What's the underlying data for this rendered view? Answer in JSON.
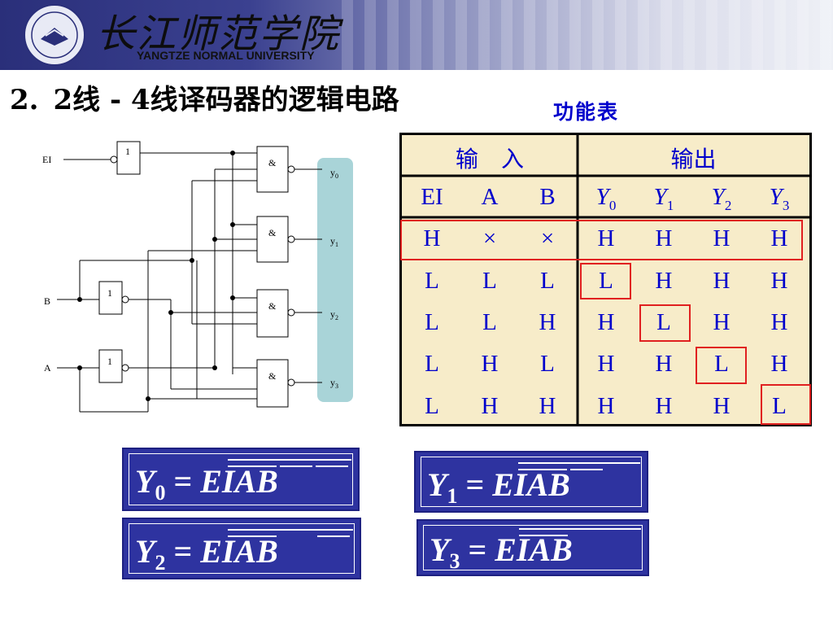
{
  "header": {
    "school_cn": "长江师范学院",
    "school_en": "YANGTZE NORMAL UNIVERSITY"
  },
  "title": {
    "number": "2.",
    "text": "2线 - 4线译码器的逻辑电路"
  },
  "function_table_label": "功能表",
  "circuit": {
    "inputs": [
      "EI",
      "B",
      "A"
    ],
    "not_gate_label": "1",
    "and_gate_label": "&",
    "outputs": [
      "y",
      "y",
      "y",
      "y"
    ],
    "output_subs": [
      "0",
      "1",
      "2",
      "3"
    ]
  },
  "truth_table": {
    "group_headers": [
      "输　入",
      "输出"
    ],
    "input_cols": [
      "EI",
      "A",
      "B"
    ],
    "output_cols": [
      "Y",
      "Y",
      "Y",
      "Y"
    ],
    "output_subs": [
      "0",
      "1",
      "2",
      "3"
    ],
    "rows": [
      [
        "H",
        "×",
        "×",
        "H",
        "H",
        "H",
        "H"
      ],
      [
        "L",
        "L",
        "L",
        "L",
        "H",
        "H",
        "H"
      ],
      [
        "L",
        "L",
        "H",
        "H",
        "L",
        "H",
        "H"
      ],
      [
        "L",
        "H",
        "L",
        "H",
        "H",
        "L",
        "H"
      ],
      [
        "L",
        "H",
        "H",
        "H",
        "H",
        "H",
        "L"
      ]
    ]
  },
  "formulas": [
    {
      "lhs": "Y",
      "sub": "0",
      "eq": "=",
      "rhs": "EIAB"
    },
    {
      "lhs": "Y",
      "sub": "1",
      "eq": "=",
      "rhs": "EIAB"
    },
    {
      "lhs": "Y",
      "sub": "2",
      "eq": "=",
      "rhs": "EIAB"
    },
    {
      "lhs": "Y",
      "sub": "3",
      "eq": "=",
      "rhs": "EIAB"
    }
  ],
  "colors": {
    "header_dark": "#2a2f7a",
    "table_bg": "#f7ecc9",
    "formula_bg": "#2e33a0",
    "text_blue": "#0000cc",
    "highlight": "#e02020",
    "output_panel": "#a9d4d8"
  }
}
